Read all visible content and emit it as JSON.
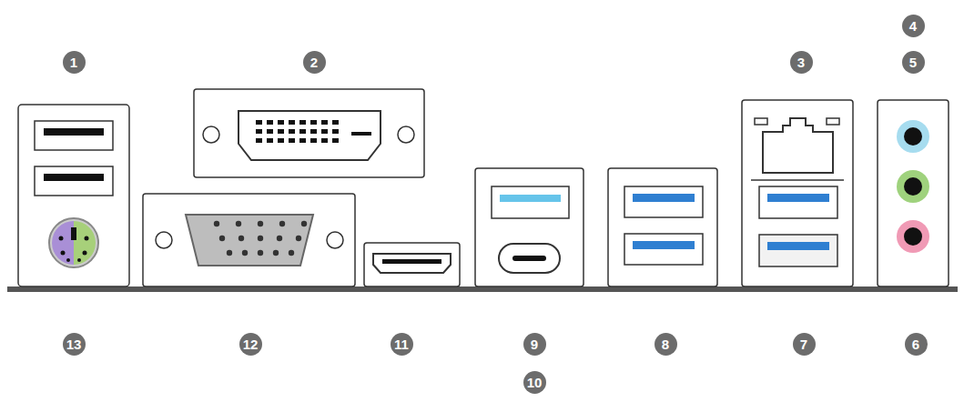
{
  "diagram": {
    "labels": [
      "4",
      "1",
      "2",
      "3",
      "5",
      "13",
      "12",
      "11",
      "9",
      "8",
      "7",
      "6",
      "10"
    ]
  }
}
